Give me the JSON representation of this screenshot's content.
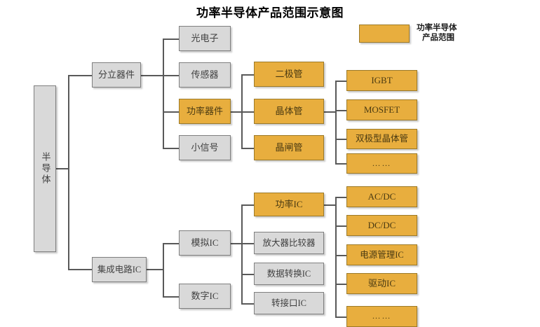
{
  "title": "功率半导体产品范围示意图",
  "legend": {
    "swatch_color": "#e8ae3e",
    "label_line1": "功率半导体",
    "label_line2": "产品范围"
  },
  "colors": {
    "highlight_fill": "#e8ae3e",
    "highlight_border": "#9c7a28",
    "node_fill": "#d9d9d9",
    "node_border": "#7f7f7f",
    "connector": "#595959"
  },
  "chart_data": {
    "type": "tree-diagram",
    "root": "半导体",
    "levels": 5
  },
  "nodes": {
    "root": {
      "label": "半导体",
      "highlight": false
    },
    "level2": [
      {
        "label": "分立器件",
        "highlight": false
      },
      {
        "label": "集成电路IC",
        "highlight": false
      }
    ],
    "discrete_children": [
      {
        "label": "光电子",
        "highlight": false
      },
      {
        "label": "传感器",
        "highlight": false
      },
      {
        "label": "功率器件",
        "highlight": true
      },
      {
        "label": "小信号",
        "highlight": false
      }
    ],
    "power_device_children": [
      {
        "label": "二极管",
        "highlight": true
      },
      {
        "label": "晶体管",
        "highlight": true
      },
      {
        "label": "晶闸管",
        "highlight": true
      }
    ],
    "transistor_children": [
      {
        "label": "IGBT",
        "highlight": true
      },
      {
        "label": "MOSFET",
        "highlight": true
      },
      {
        "label": "双极型晶体管",
        "highlight": true
      },
      {
        "label": "……",
        "highlight": true
      }
    ],
    "ic_children": [
      {
        "label": "模拟IC",
        "highlight": false
      },
      {
        "label": "数字IC",
        "highlight": false
      }
    ],
    "analog_ic_children": [
      {
        "label": "功率IC",
        "highlight": true
      },
      {
        "label": "放大器比较器",
        "highlight": false
      },
      {
        "label": "数据转换IC",
        "highlight": false
      },
      {
        "label": "转接口IC",
        "highlight": false
      }
    ],
    "power_ic_children": [
      {
        "label": "AC/DC",
        "highlight": true
      },
      {
        "label": "DC/DC",
        "highlight": true
      },
      {
        "label": "电源管理IC",
        "highlight": true
      },
      {
        "label": "驱动IC",
        "highlight": true
      },
      {
        "label": "……",
        "highlight": true
      }
    ]
  }
}
